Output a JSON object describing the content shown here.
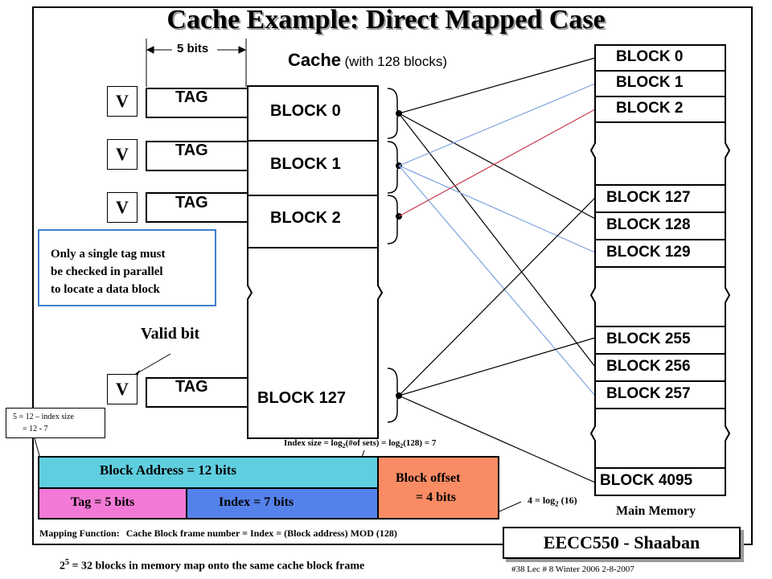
{
  "title": "Cache Example: Direct Mapped Case",
  "tag_width_label": "5 bits",
  "cache_label": "Cache",
  "cache_sublabel": "(with 128 blocks)",
  "valid_labels": [
    "V",
    "V",
    "V",
    "V"
  ],
  "tag_labels": [
    "TAG",
    "TAG",
    "TAG",
    "TAG"
  ],
  "cache_blocks": [
    "BLOCK 0",
    "BLOCK 1",
    "BLOCK 2",
    "BLOCK 127"
  ],
  "memory_blocks": [
    "BLOCK 0",
    "BLOCK 1",
    "BLOCK 2",
    "BLOCK 127",
    "BLOCK 128",
    "BLOCK 129",
    "BLOCK 255",
    "BLOCK 256",
    "BLOCK 257",
    "BLOCK 4095"
  ],
  "note_lines": [
    "Only a single tag must",
    "be checked in parallel",
    "to locate a data block"
  ],
  "valid_bit_label": "Valid bit",
  "tag_size_note_1": "5 = 12 – index size",
  "tag_size_note_2": "= 12 - 7",
  "index_size_note": {
    "pre": "Index size = log",
    "sub1": "2",
    "mid": "(#of sets) = log",
    "sub2": "2",
    "post": "(128) = 7"
  },
  "address": {
    "block_address": "Block Address  = 12 bits",
    "tag": "Tag  =  5 bits",
    "index": "Index  = 7 bits",
    "offset_1": "Block offset",
    "offset_2": "=  4 bits"
  },
  "offset_note": {
    "pre": "4 = log",
    "sub": "2",
    "post": " (16)"
  },
  "main_memory_label": "Main Memory",
  "mapping": {
    "label": "Mapping Function:",
    "text": "Cache Block frame number  = Index =    (Block address) MOD (128)"
  },
  "bottom_note": {
    "base": "2",
    "sup": "5",
    "text": " = 32 blocks in memory map onto the same cache block frame"
  },
  "footer": {
    "course": "EECC550 - Shaaban",
    "info": "#38   Lec # 8   Winter 2006   2-8-2007"
  },
  "colors": {
    "block_address_fill": "#5fcfe0",
    "tag_fill": "#f27ad6",
    "index_fill": "#5582ea",
    "offset_fill": "#f98c64",
    "note_border": "#3f7fd0",
    "blue_line": "#7ea2e0",
    "red_line": "#c83a4f"
  }
}
